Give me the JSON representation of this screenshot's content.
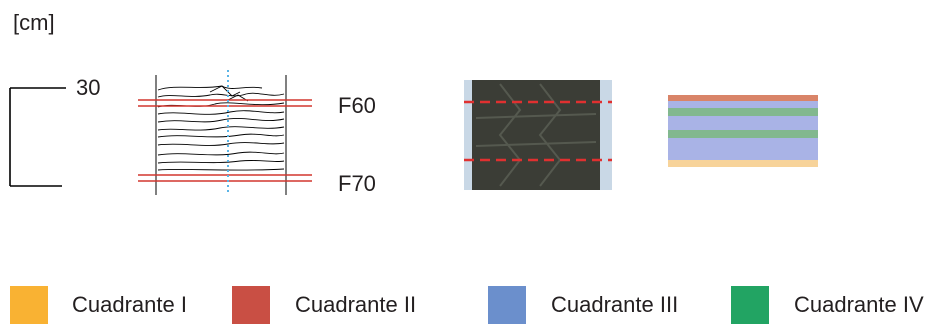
{
  "units_label": "[cm]",
  "scale_value": "30",
  "core_labels": {
    "top": "F60",
    "bottom": "F70"
  },
  "legend": [
    {
      "label": "Cuadrante I",
      "color": "#f9b233"
    },
    {
      "label": "Cuadrante II",
      "color": "#c94f44"
    },
    {
      "label": "Cuadrante III",
      "color": "#6b8fcc"
    },
    {
      "label": "Cuadrante IV",
      "color": "#22a463"
    }
  ],
  "colors": {
    "sketch_line": "#000000",
    "boundary_line": "#d2372f",
    "axis_line": "#5ab4e6",
    "photo_bg": "#3b3d36",
    "photo_edge": "#c9d8e6",
    "cutline": "#e03030"
  },
  "column_bands": [
    {
      "quadrant": "Cuadrante II",
      "color": "#d98468"
    },
    {
      "quadrant": "Cuadrante III",
      "color": "#a9b3e6"
    },
    {
      "quadrant": "Cuadrante IV",
      "color": "#82b88f"
    },
    {
      "quadrant": "Cuadrante III",
      "color": "#a9b3e6"
    },
    {
      "quadrant": "Cuadrante IV",
      "color": "#82b88f"
    },
    {
      "quadrant": "Cuadrante III",
      "color": "#a9b3e6"
    },
    {
      "quadrant": "Cuadrante I",
      "color": "#f7d39a"
    }
  ]
}
